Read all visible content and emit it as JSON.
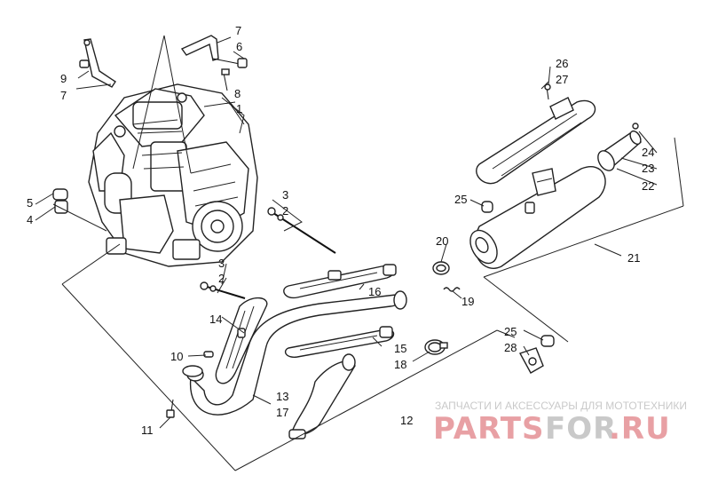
{
  "callouts": [
    {
      "id": "c7a",
      "text": "7"
    },
    {
      "id": "c6",
      "text": "6"
    },
    {
      "id": "c9",
      "text": "9"
    },
    {
      "id": "c7b",
      "text": "7"
    },
    {
      "id": "c8",
      "text": "8"
    },
    {
      "id": "c1",
      "text": "1"
    },
    {
      "id": "c5",
      "text": "5"
    },
    {
      "id": "c4",
      "text": "4"
    },
    {
      "id": "c3a",
      "text": "3"
    },
    {
      "id": "c2a",
      "text": "2"
    },
    {
      "id": "c3b",
      "text": "3"
    },
    {
      "id": "c2b",
      "text": "2"
    },
    {
      "id": "c26",
      "text": "26"
    },
    {
      "id": "c27",
      "text": "27"
    },
    {
      "id": "c24",
      "text": "24"
    },
    {
      "id": "c23",
      "text": "23"
    },
    {
      "id": "c22",
      "text": "22"
    },
    {
      "id": "c25a",
      "text": "25"
    },
    {
      "id": "c20",
      "text": "20"
    },
    {
      "id": "c21",
      "text": "21"
    },
    {
      "id": "c16",
      "text": "16"
    },
    {
      "id": "c19",
      "text": "19"
    },
    {
      "id": "c14",
      "text": "14"
    },
    {
      "id": "c15",
      "text": "15"
    },
    {
      "id": "c18",
      "text": "18"
    },
    {
      "id": "c25b",
      "text": "25"
    },
    {
      "id": "c28",
      "text": "28"
    },
    {
      "id": "c10",
      "text": "10"
    },
    {
      "id": "c13",
      "text": "13"
    },
    {
      "id": "c17",
      "text": "17"
    },
    {
      "id": "c11",
      "text": "11"
    },
    {
      "id": "c12",
      "text": "12"
    }
  ],
  "watermark": {
    "tagline": "ЗАПЧАСТИ И АКСЕССУАРЫ ДЛЯ МОТОТЕХНИКИ",
    "logo_left": "PARTS",
    "logo_mid": "FOR",
    "logo_right": ".RU",
    "color_primary": "#e8a0a4",
    "color_secondary": "#c9c9c9"
  }
}
